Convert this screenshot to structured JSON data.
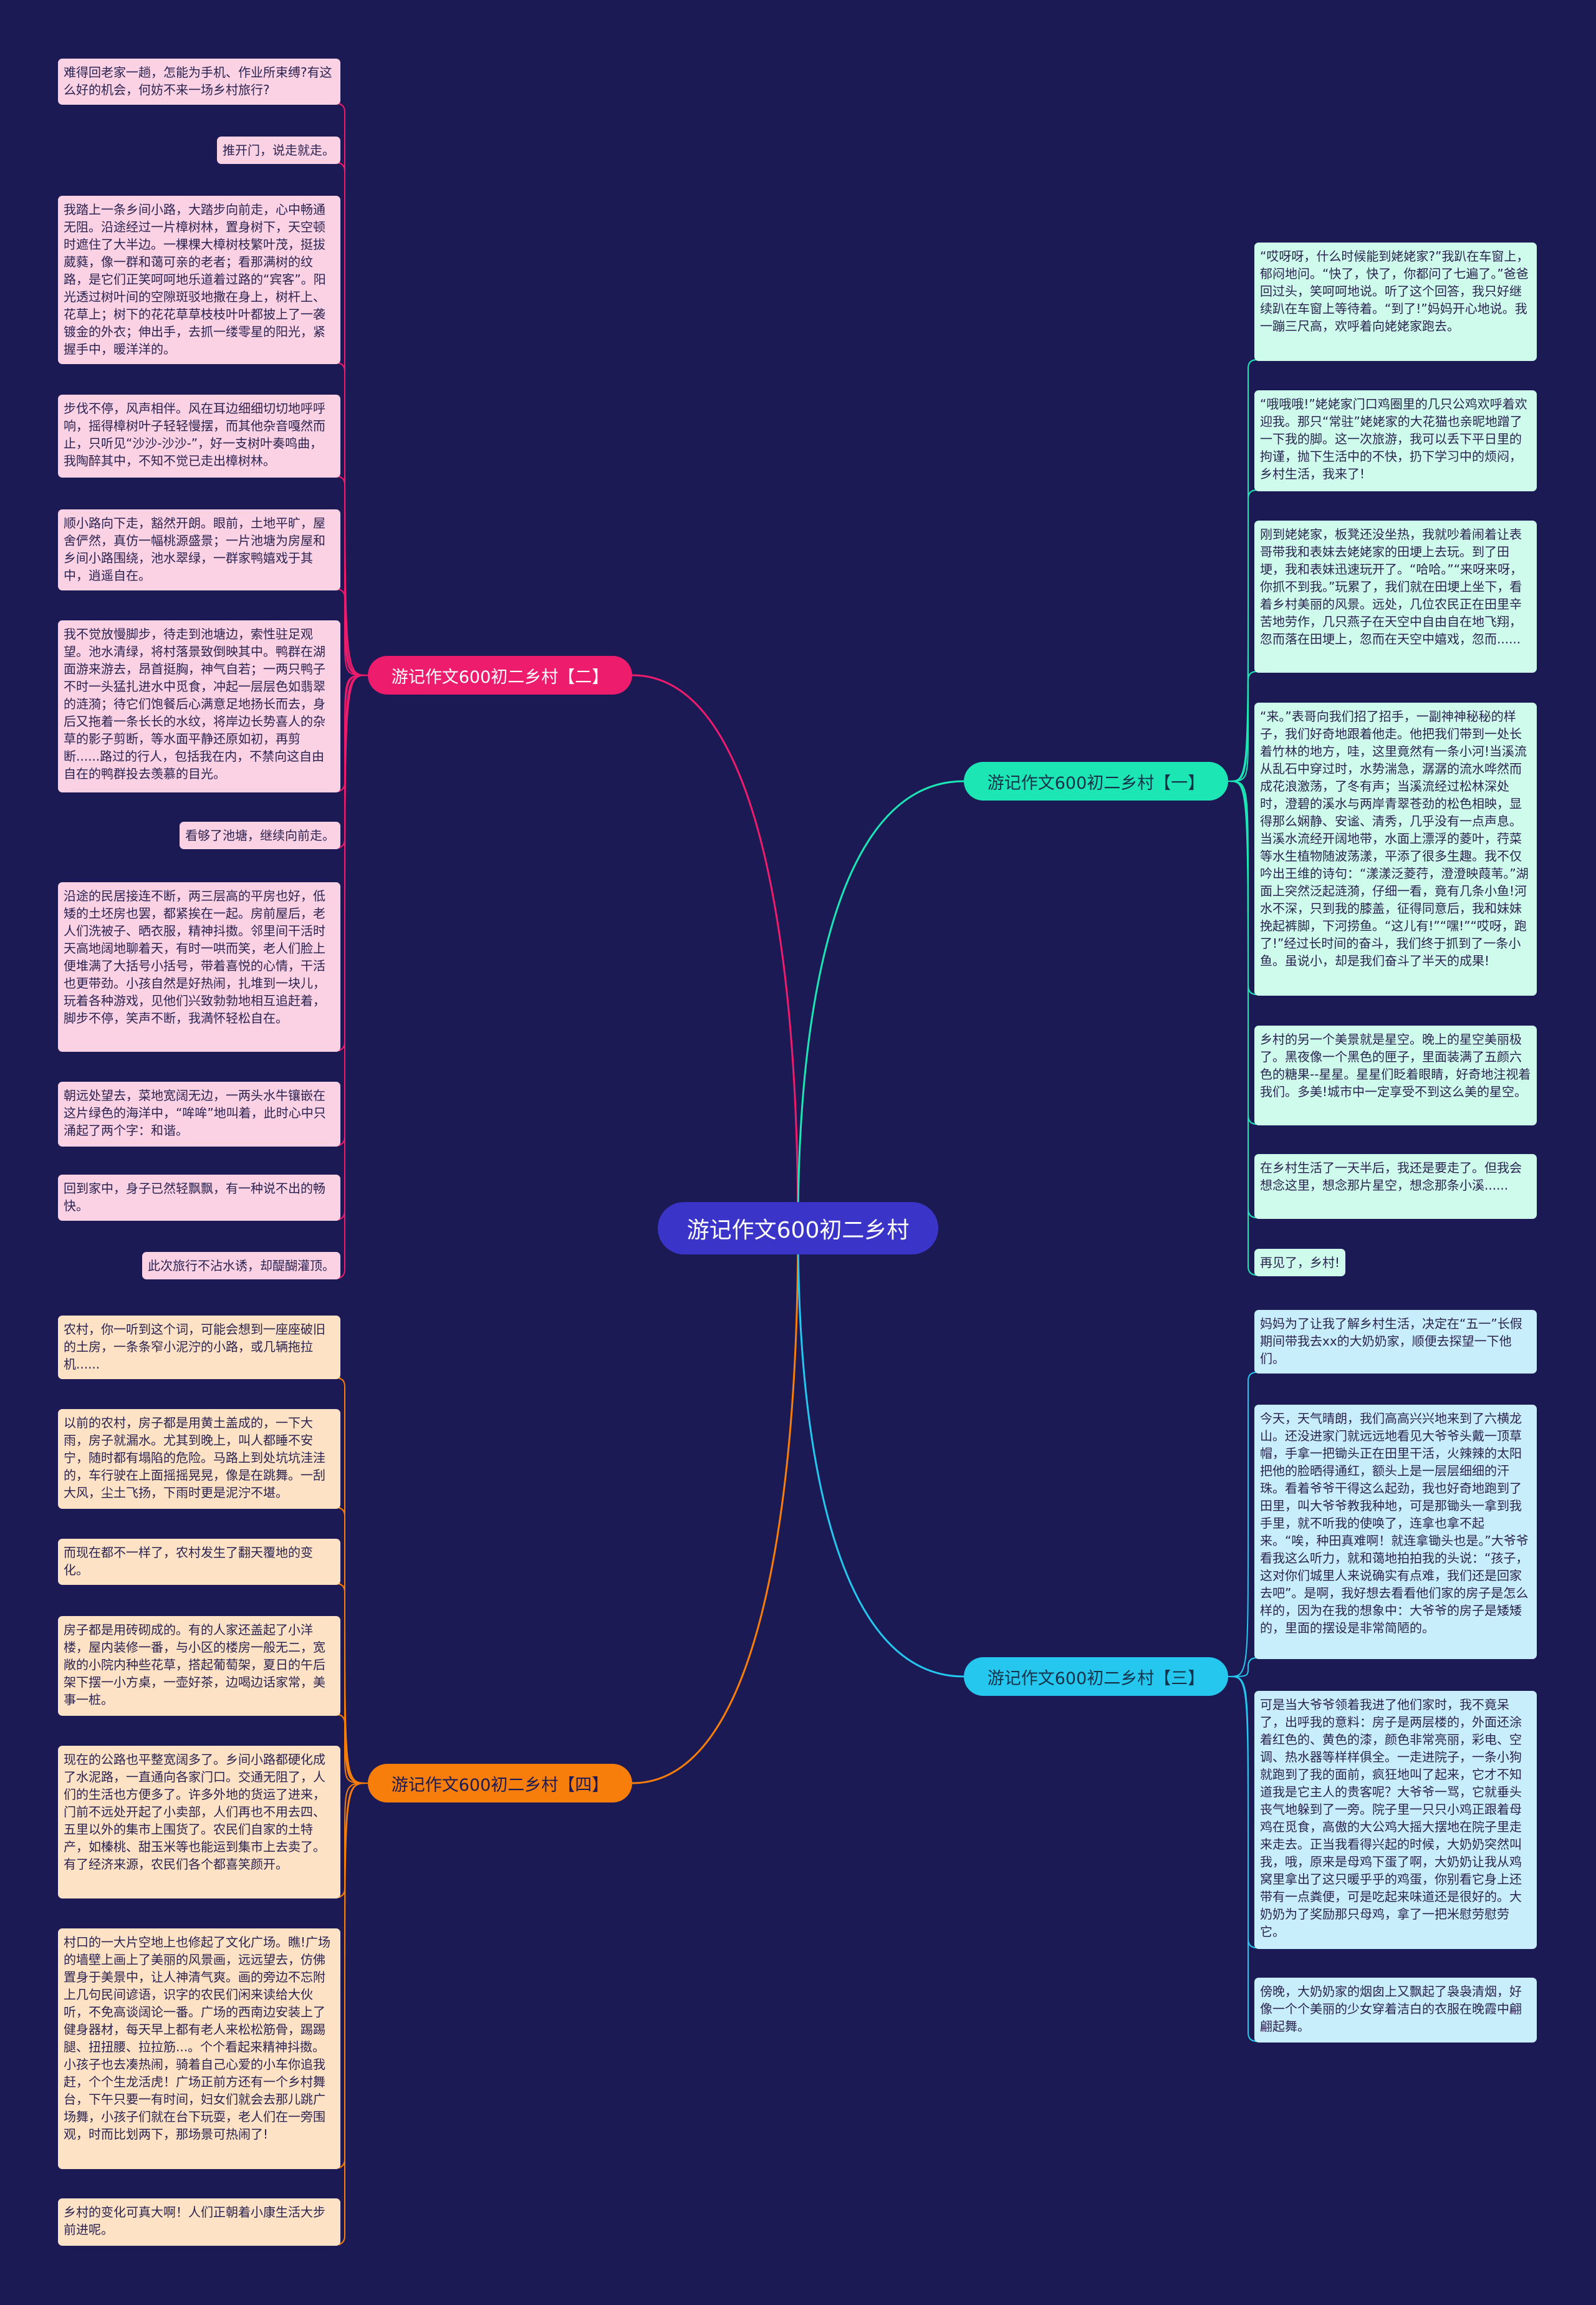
{
  "center": {
    "label": "游记作文600初二乡村"
  },
  "colors": {
    "background": "#1b1a54",
    "center": "#3b34c8",
    "branch2": "#ee1c6c",
    "branch4": "#f77e0a",
    "branch1": "#1de6b5",
    "branch3": "#25c7ef"
  },
  "branches": {
    "b2": {
      "label": "游记作文600初二乡村【二】",
      "leaves": [
        "难得回老家一趟，怎能为手机、作业所束缚?有这么好的机会，何妨不来一场乡村旅行?",
        "推开门，说走就走。",
        "我踏上一条乡间小路，大踏步向前走，心中畅通无阻。沿途经过一片樟树林，置身树下，天空顿时遮住了大半边。一棵棵大樟树枝繁叶茂，挺拔葳蕤，像一群和蔼可亲的老者；看那满树的纹路，是它们正笑呵呵地乐道着过路的“宾客”。阳光透过树叶间的空隙斑驳地撒在身上，树杆上、花草上；树下的花花草草枝枝叶叶都披上了一袭镀金的外衣；伸出手，去抓一缕零星的阳光，紧握手中，暖洋洋的。",
        "步伐不停，风声相伴。风在耳边细细切切地呼呼响，摇得樟树叶子轻轻慢摆，而其他杂音嘎然而止，只听见“沙沙-沙沙-”，好一支树叶奏鸣曲，我陶醉其中，不知不觉已走出樟树林。",
        "顺小路向下走，豁然开朗。眼前，土地平旷，屋舍俨然，真仿一幅桃源盛景；一片池塘为房屋和乡间小路围绕，池水翠绿，一群家鸭嬉戏于其中，逍遥自在。",
        "我不觉放慢脚步，待走到池塘边，索性驻足观望。池水清绿，将村落景致倒映其中。鸭群在湖面游来游去，昂首挺胸，神气自若；一两只鸭子不时一头猛扎进水中觅食，冲起一层层色如翡翠的涟漪；待它们饱餐后心满意足地扬长而去，身后又拖着一条长长的水纹，将岸边长势喜人的杂草的影子剪断，等水面平静还原如初，再剪断......路过的行人，包括我在内，不禁向这自由自在的鸭群投去羡慕的目光。",
        "看够了池塘，继续向前走。",
        "沿途的民居接连不断，两三层高的平房也好，低矮的土坯房也罢，都紧挨在一起。房前屋后，老人们洗被子、晒衣服，精神抖擞。邻里间干活时天高地阔地聊着天，有时一哄而笑，老人们脸上便堆满了大括号小括号，带着喜悦的心情，干活也更带劲。小孩自然是好热闹，扎堆到一块儿，玩着各种游戏，见他们兴致勃勃地相互追赶着，脚步不停，笑声不断，我満怀轻松自在。",
        "朝远处望去，菜地宽阔无边，一两头水牛镶嵌在这片绿色的海洋中，“哞哞”地叫着，此时心中只涌起了两个字：和谐。",
        "回到家中，身子已然轻飘飘，有一种说不出的畅快。",
        "此次旅行不沾水诱，却醍醐灌顶。"
      ]
    },
    "b4": {
      "label": "游记作文600初二乡村【四】",
      "leaves": [
        "农村，你一听到这个词，可能会想到一座座破旧的土房，一条条窄小泥泞的小路，或几辆拖拉机......",
        "以前的农村，房子都是用黄土盖成的，一下大雨，房子就漏水。尤其到晚上，叫人都睡不安宁，随时都有塌陷的危险。马路上到处坑坑洼洼的，车行驶在上面摇摇晃晃，像是在跳舞。一刮大风，尘土飞扬，下雨时更是泥泞不堪。",
        "而现在都不一样了，农村发生了翻天覆地的变化。",
        "房子都是用砖砌成的。有的人家还盖起了小洋楼，屋内装修一番，与小区的楼房一般无二，宽敞的小院内种些花草，搭起葡萄架，夏日的午后架下摆一小方桌，一壶好茶，边喝边话家常，美事一桩。",
        "现在的公路也平整宽阔多了。乡间小路都硬化成了水泥路，一直通向各家门口。交通无阻了，人们的生活也方便多了。许多外地的货运了进来，门前不远处开起了小卖部，人们再也不用去四、五里以外的集市上围货了。农民们自家的土特产，如榛桃、甜玉米等也能运到集市上去卖了。有了经济来源，农民们各个都喜笑颜开。",
        "村口的一大片空地上也修起了文化广场。瞧!广场的墙壁上画上了美丽的风景画，远远望去，仿佛置身于美景中，让人神清气爽。画的旁边不忘附上几句民间谚语，识字的农民们闲来读给大伙听，不免高谈阔论一番。广场的西南边安装上了健身器材，每天早上都有老人来松松筋骨，踢踢腿、扭扭腰、拉拉筋...。个个看起来精神抖擞。小孩子也去凑热闹，骑着自己心爱的小车你追我赶，个个生龙活虎！广场正前方还有一个乡村舞台，下午只要一有时间，妇女们就会去那儿跳广场舞，小孩子们就在台下玩耍，老人们在一旁围观，时而比划两下，那场景可热闹了!",
        "乡村的变化可真大啊！人们正朝着小康生活大步前进呢。"
      ]
    },
    "b1": {
      "label": "游记作文600初二乡村【一】",
      "leaves": [
        "“哎呀呀，什么时候能到姥姥家?”我趴在车窗上，郁闷地问。“快了，快了，你都问了七遍了。”爸爸回过头，笑呵呵地说。听了这个回答，我只好继续趴在车窗上等待着。“到了!”妈妈开心地说。我一蹦三尺高，欢呼着向姥姥家跑去。",
        "“哦哦哦!”姥姥家门口鸡圈里的几只公鸡欢呼着欢迎我。那只“常驻”姥姥家的大花猫也亲昵地蹭了一下我的脚。这一次旅游，我可以丢下平日里的拘谨，抛下生活中的不快，扔下学习中的烦闷，乡村生活，我来了!",
        "刚到姥姥家，板凳还没坐热，我就吵着闹着让表哥带我和表妹去姥姥家的田埂上去玩。到了田埂，我和表妹迅速玩开了。“哈哈。”“来呀来呀，你抓不到我。”玩累了，我们就在田埂上坐下，看着乡村美丽的风景。远处，几位农民正在田里辛苦地劳作，几只燕子在天空中自由自在地飞翔，忽而落在田埂上，忽而在天空中嬉戏，忽而......",
        "“来。”表哥向我们招了招手，一副神神秘秘的样子，我们好奇地跟着他走。他把我们带到一处长着竹林的地方，哇，这里竟然有一条小河!当溪流从乱石中穿过时，水势湍急，潺潺的流水哗然而成花浪激荡，了冬有声；当溪流经过松林深处时，澄碧的溪水与两岸青翠苍劲的松色相映，显得那么娴静、安谧、清秀，几乎没有一点声息。当溪水流经开阔地带，水面上漂浮的菱叶，荇菜等水生植物随波荡漾，平添了很多生趣。我不仅吟出王维的诗句：“漾漾泛菱荇，澄澄映葭苇。”湖面上突然泛起涟漪，仔细一看，竟有几条小鱼!河水不深，只到我的膝盖，征得同意后，我和妹妹挽起裤脚，下河捞鱼。“这儿有!”“嘿!”“哎呀，跑了!”经过长时间的奋斗，我们终于抓到了一条小鱼。虽说小，却是我们奋斗了半天的成果!",
        "乡村的另一个美景就是星空。晚上的星空美丽极了。黑夜像一个黑色的匣子，里面装满了五颜六色的糖果--星星。星星们眨着眼睛，好奇地注视着我们。多美!城市中一定享受不到这么美的星空。",
        "在乡村生活了一天半后，我还是要走了。但我会想念这里，想念那片星空，想念那条小溪......",
        "再见了，乡村!"
      ]
    },
    "b3": {
      "label": "游记作文600初二乡村【三】",
      "leaves": [
        "妈妈为了让我了解乡村生活，决定在“五一”长假期间带我去xx的大奶奶家，顺便去探望一下他们。",
        "今天，天气晴朗，我们高高兴兴地来到了六横龙山。还没进家门就远远地看见大爷爷头戴一顶草帽，手拿一把锄头正在田里干活，火辣辣的太阳把他的脸晒得通红，额头上是一层层细细的汗珠。看着爷爷干得这么起劲，我也好奇地跑到了田里，叫大爷爷教我种地，可是那锄头一拿到我手里，就不听我的使唤了，连拿也拿不起来。“唉，种田真难啊！就连拿锄头也是。”大爷爷看我这么听力，就和蔼地拍拍我的头说：“孩子，这对你们城里人来说确实有点难，我们还是回家去吧”。是啊，我好想去看看他们家的房子是怎么样的，因为在我的想象中：大爷爷的房子是矮矮的，里面的摆设是非常简陋的。",
        "可是当大爷爷领着我进了他们家时，我不竟呆了，出呼我的意料：房子是两层楼的，外面还涂着红色的、黄色的漆，颜色非常亮丽，彩电、空调、热水器等样样俱全。一走进院子，一条小狗就跑到了我的面前，疯狂地叫了起来，它才不知道我是它主人的贵客呢？大爷爷一骂，它就垂头丧气地躲到了一旁。院子里一只只小鸡正跟着母鸡在觅食，高傲的大公鸡大摇大摆地在院子里走来走去。正当我看得兴起的时候，大奶奶突然叫我，哦，原来是母鸡下蛋了啊，大奶奶让我从鸡窝里拿出了这只暖乎乎的鸡蛋，你别看它身上还带有一点粪便，可是吃起来味道还是很好的。大奶奶为了奖励那只母鸡，拿了一把米慰劳慰劳它。",
        "傍晚，大奶奶家的烟囱上又飘起了袅袅清烟，好像一个个美丽的少女穿着洁白的衣服在晚霞中翩翩起舞。"
      ]
    }
  }
}
